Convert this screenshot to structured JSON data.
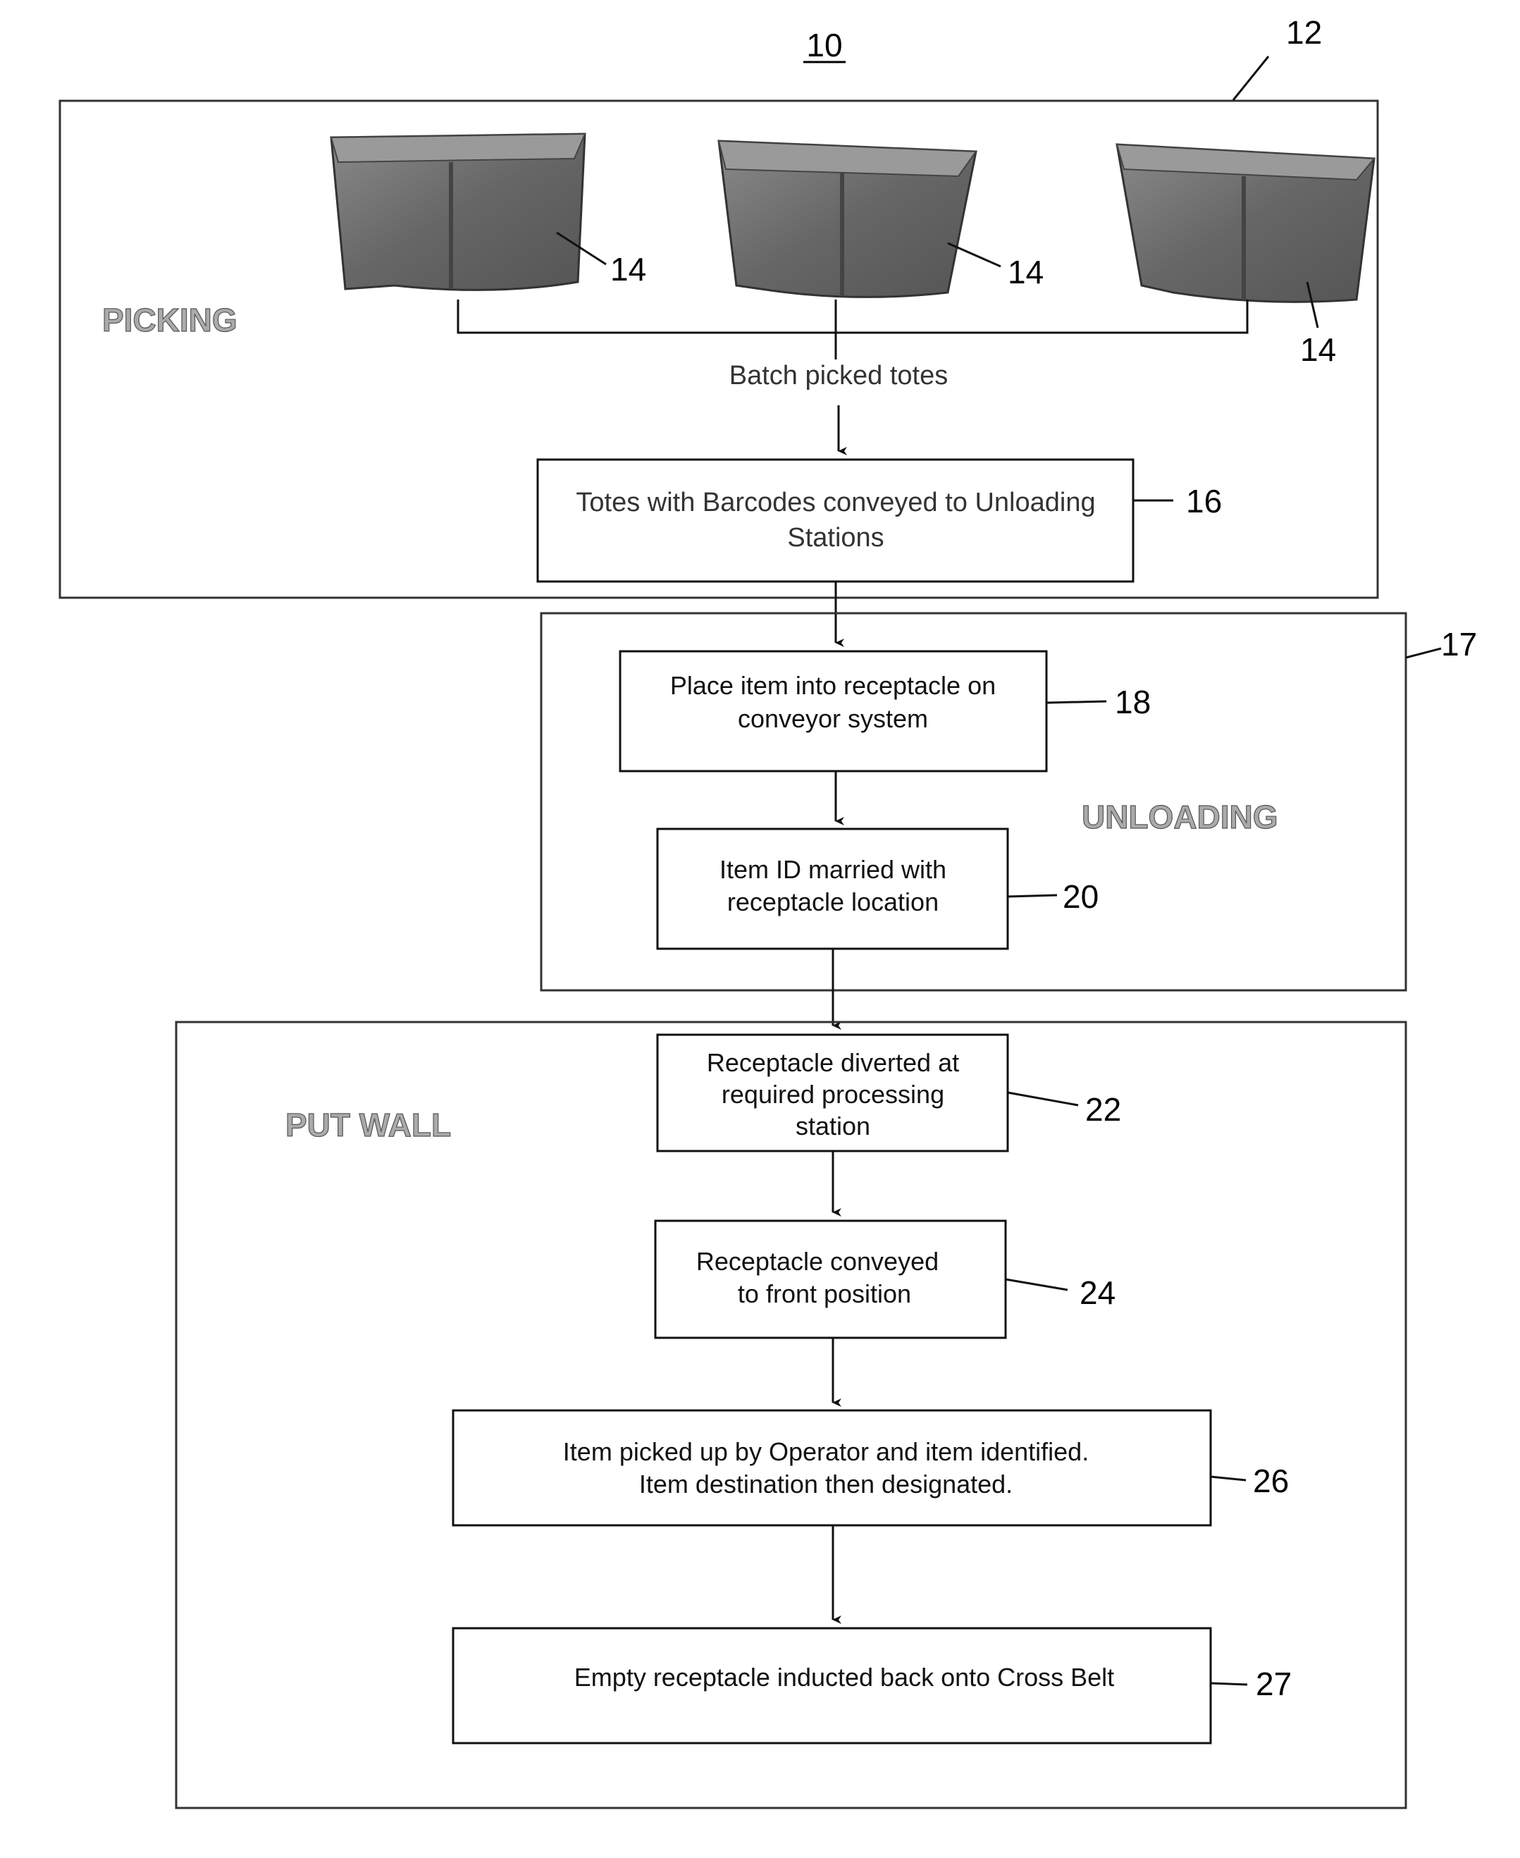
{
  "figure_number": "10",
  "sections": {
    "picking": {
      "label": "PICKING",
      "ref": "12"
    },
    "unloading": {
      "label": "UNLOADING",
      "ref": "17"
    },
    "put_wall": {
      "label": "PUT WALL"
    }
  },
  "totes": [
    {
      "ref": "14"
    },
    {
      "ref": "14"
    },
    {
      "ref": "14"
    }
  ],
  "batch_label": "Batch picked totes",
  "steps": [
    {
      "lines": [
        "Totes with Barcodes conveyed to Unloading",
        "Stations"
      ],
      "ref": "16"
    },
    {
      "lines": [
        "Place item into receptacle on",
        "conveyor system"
      ],
      "ref": "18"
    },
    {
      "lines": [
        "Item ID married with",
        "receptacle location"
      ],
      "ref": "20"
    },
    {
      "lines": [
        "Receptacle diverted at",
        "required processing",
        "station"
      ],
      "ref": "22"
    },
    {
      "lines": [
        "Receptacle conveyed",
        "to front position"
      ],
      "ref": "24"
    },
    {
      "lines": [
        "Item picked up by Operator and item identified.",
        "Item destination then designated."
      ],
      "ref": "26"
    },
    {
      "lines": [
        "Empty receptacle inducted back onto Cross Belt"
      ],
      "ref": "27"
    }
  ],
  "colors": {
    "tote_fill": "#6f6f6f",
    "tote_dark": "#4a4a4a",
    "tote_light": "#9a9a9a"
  }
}
